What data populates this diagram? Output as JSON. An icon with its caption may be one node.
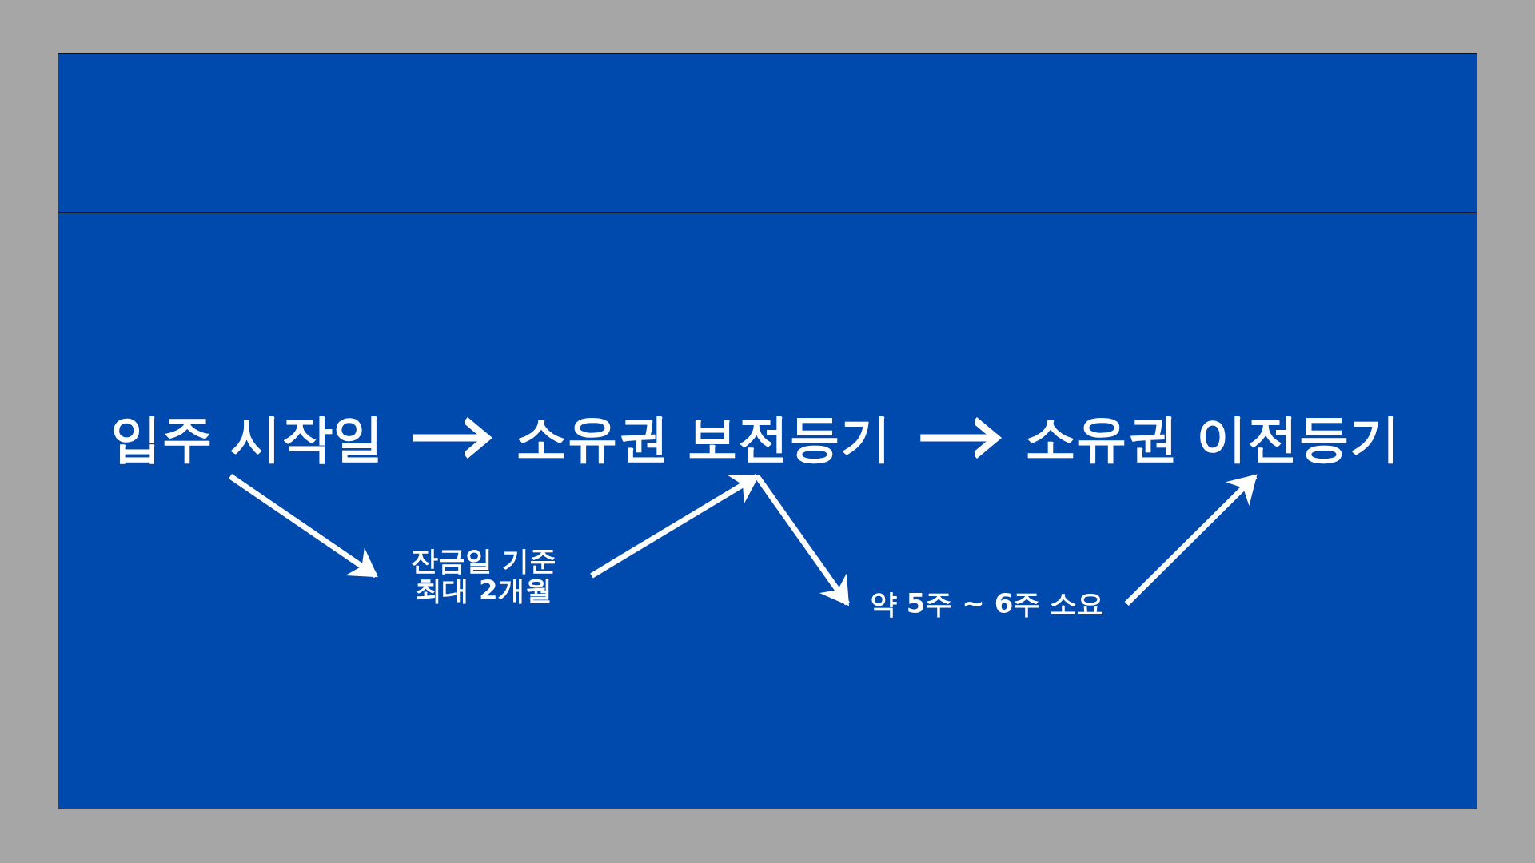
{
  "diagram": {
    "nodes": [
      {
        "text": [
          "입주 시작일"
        ]
      },
      {
        "text": [
          "소유권 보전등기"
        ]
      },
      {
        "text": [
          "소유권 이전등기"
        ]
      },
      {
        "text": [
          "잔금일 기준 최대 2개월"
        ]
      },
      {
        "text": [
          "약 5주 ~ 6주 소요"
        ]
      }
    ],
    "edges": [
      {
        "from": 0,
        "to": 1,
        "arrow": "to"
      },
      {
        "from": 1,
        "to": 2,
        "arrow": "to"
      },
      {
        "from": 0,
        "to": 3,
        "arrow": "to"
      },
      {
        "from": 3,
        "to": 1,
        "arrow": "to"
      },
      {
        "from": 1,
        "to": 4,
        "arrow": "to"
      },
      {
        "from": 4,
        "to": 2,
        "arrow": "to"
      }
    ]
  }
}
